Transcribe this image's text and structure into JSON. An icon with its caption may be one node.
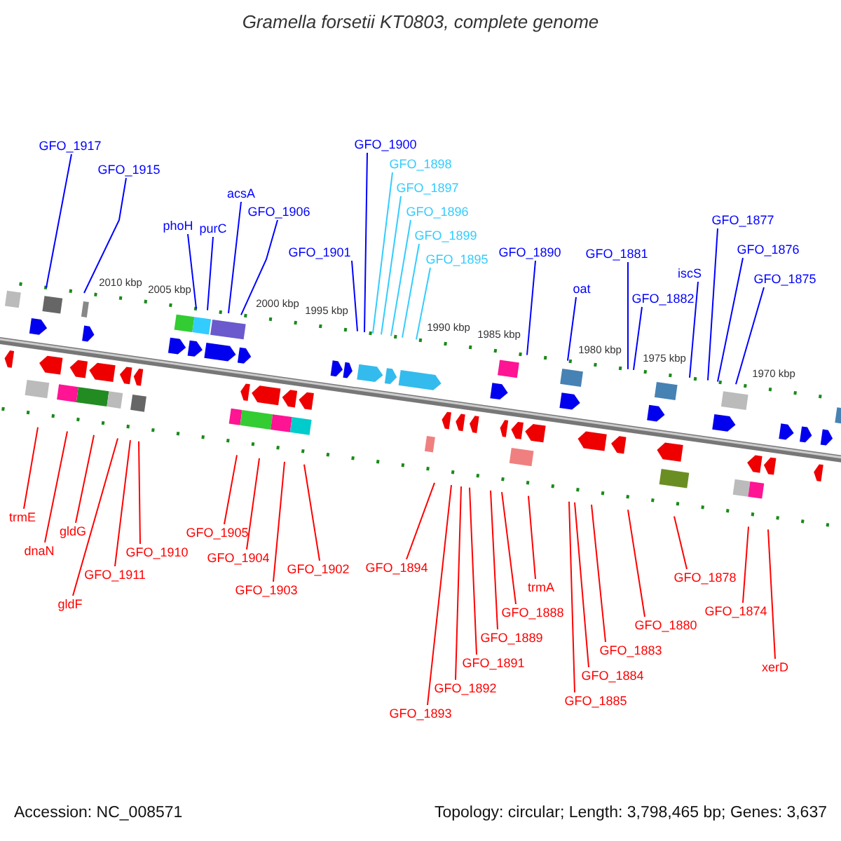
{
  "diagram": {
    "title": "Gramella forsetii KT0803, complete genome",
    "nodes": [
      {
        "text": [
          "GFO_1917"
        ]
      },
      {
        "text": [
          "GFO_1915"
        ]
      },
      {
        "text": [
          "phoH"
        ]
      },
      {
        "text": [
          "purC"
        ]
      },
      {
        "text": [
          "acsA"
        ]
      },
      {
        "text": [
          "GFO_1906"
        ]
      },
      {
        "text": [
          "GFO_1901"
        ]
      },
      {
        "text": [
          "GFO_1900"
        ]
      },
      {
        "text": [
          "GFO_1898"
        ]
      },
      {
        "text": [
          "GFO_1897"
        ]
      },
      {
        "text": [
          "GFO_1896"
        ]
      },
      {
        "text": [
          "GFO_1899"
        ]
      },
      {
        "text": [
          "GFO_1895"
        ]
      },
      {
        "text": [
          "GFO_1890"
        ]
      },
      {
        "text": [
          "oat"
        ]
      },
      {
        "text": [
          "GFO_1881"
        ]
      },
      {
        "text": [
          "GFO_1882"
        ]
      },
      {
        "text": [
          "iscS"
        ]
      },
      {
        "text": [
          "GFO_1877"
        ]
      },
      {
        "text": [
          "GFO_1876"
        ]
      },
      {
        "text": [
          "GFO_1875"
        ]
      },
      {
        "text": [
          "trmE"
        ]
      },
      {
        "text": [
          "dnaN"
        ]
      },
      {
        "text": [
          "gldG"
        ]
      },
      {
        "text": [
          "gldF"
        ]
      },
      {
        "text": [
          "GFO_1911"
        ]
      },
      {
        "text": [
          "GFO_1910"
        ]
      },
      {
        "text": [
          "GFO_1905"
        ]
      },
      {
        "text": [
          "GFO_1904"
        ]
      },
      {
        "text": [
          "GFO_1903"
        ]
      },
      {
        "text": [
          "GFO_1902"
        ]
      },
      {
        "text": [
          "GFO_1894"
        ]
      },
      {
        "text": [
          "GFO_1891"
        ]
      },
      {
        "text": [
          "GFO_1888"
        ]
      },
      {
        "text": [
          "trmA"
        ]
      },
      {
        "text": [
          "GFO_1889"
        ]
      },
      {
        "text": [
          "GFO_1892"
        ]
      },
      {
        "text": [
          "GFO_1893"
        ]
      },
      {
        "text": [
          "GFO_1883"
        ]
      },
      {
        "text": [
          "GFO_1884"
        ]
      },
      {
        "text": [
          "GFO_1885"
        ]
      },
      {
        "text": [
          "GFO_1880"
        ]
      },
      {
        "text": [
          "GFO_1878"
        ]
      },
      {
        "text": [
          "GFO_1874"
        ]
      },
      {
        "text": [
          "xerD"
        ]
      }
    ],
    "edges": [
      {
        "from": 0,
        "to": null,
        "arrow": "none",
        "color": "#0000ff"
      },
      {
        "from": 1,
        "to": null,
        "arrow": "none",
        "color": "#0000ff"
      },
      {
        "from": 2,
        "to": null,
        "arrow": "none",
        "color": "#0000ff"
      },
      {
        "from": 3,
        "to": null,
        "arrow": "none",
        "color": "#0000ff"
      },
      {
        "from": 4,
        "to": null,
        "arrow": "none",
        "color": "#0000ff"
      },
      {
        "from": 5,
        "to": null,
        "arrow": "none",
        "color": "#0000ff"
      },
      {
        "from": 6,
        "to": null,
        "arrow": "none",
        "color": "#0000ff"
      },
      {
        "from": 7,
        "to": null,
        "arrow": "none",
        "color": "#0000ff"
      },
      {
        "from": 8,
        "to": null,
        "arrow": "none",
        "color": "#33ccff"
      },
      {
        "from": 9,
        "to": null,
        "arrow": "none",
        "color": "#33ccff"
      },
      {
        "from": 10,
        "to": null,
        "arrow": "none",
        "color": "#33ccff"
      },
      {
        "from": 11,
        "to": null,
        "arrow": "none",
        "color": "#33ccff"
      },
      {
        "from": 12,
        "to": null,
        "arrow": "none",
        "color": "#33ccff"
      },
      {
        "from": 13,
        "to": null,
        "arrow": "none",
        "color": "#0000ff"
      },
      {
        "from": 14,
        "to": null,
        "arrow": "none",
        "color": "#0000ff"
      },
      {
        "from": 15,
        "to": null,
        "arrow": "none",
        "color": "#0000ff"
      },
      {
        "from": 16,
        "to": null,
        "arrow": "none",
        "color": "#0000ff"
      },
      {
        "from": 17,
        "to": null,
        "arrow": "none",
        "color": "#0000ff"
      },
      {
        "from": 18,
        "to": null,
        "arrow": "none",
        "color": "#0000ff"
      },
      {
        "from": 19,
        "to": null,
        "arrow": "none",
        "color": "#0000ff"
      },
      {
        "from": 20,
        "to": null,
        "arrow": "none",
        "color": "#0000ff"
      },
      {
        "from": 21,
        "to": null,
        "arrow": "none"
      },
      {
        "from": 22,
        "to": null,
        "arrow": "none"
      },
      {
        "from": 23,
        "to": null,
        "arrow": "none"
      },
      {
        "from": 24,
        "to": null,
        "arrow": "none"
      },
      {
        "from": 25,
        "to": null,
        "arrow": "none"
      },
      {
        "from": 26,
        "to": null,
        "arrow": "none"
      },
      {
        "from": 27,
        "to": null,
        "arrow": "none"
      },
      {
        "from": 28,
        "to": null,
        "arrow": "none"
      },
      {
        "from": 29,
        "to": null,
        "arrow": "none"
      },
      {
        "from": 30,
        "to": null,
        "arrow": "none"
      },
      {
        "from": 31,
        "to": null,
        "arrow": "none"
      },
      {
        "from": 32,
        "to": null,
        "arrow": "none"
      },
      {
        "from": 33,
        "to": null,
        "arrow": "none"
      },
      {
        "from": 34,
        "to": null,
        "arrow": "none"
      },
      {
        "from": 35,
        "to": null,
        "arrow": "none"
      },
      {
        "from": 36,
        "to": null,
        "arrow": "none"
      },
      {
        "from": 37,
        "to": null,
        "arrow": "none"
      },
      {
        "from": 38,
        "to": null,
        "arrow": "none"
      },
      {
        "from": 39,
        "to": null,
        "arrow": "none"
      },
      {
        "from": 40,
        "to": null,
        "arrow": "none"
      },
      {
        "from": 41,
        "to": null,
        "arrow": "none"
      },
      {
        "from": 42,
        "to": null,
        "arrow": "none"
      },
      {
        "from": 43,
        "to": null,
        "arrow": "none"
      },
      {
        "from": 44,
        "to": null,
        "arrow": "none"
      }
    ],
    "labels": [
      "2010 kbp",
      "2005 kbp",
      "2000 kbp",
      "1995 kbp",
      "1990 kbp",
      "1985 kbp",
      "1980 kbp",
      "1975 kbp",
      "1970 kbp",
      "Accession: NC_008571",
      "Topology: circular; Length: 3,798,465 bp; Genes: 3,637"
    ]
  }
}
